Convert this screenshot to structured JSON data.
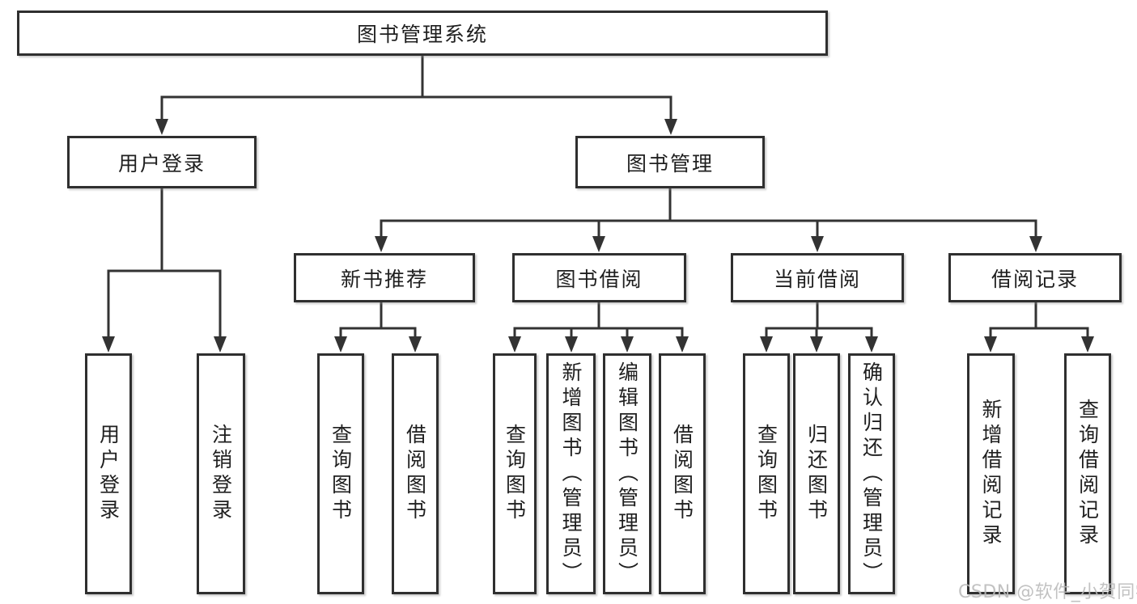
{
  "diagram": {
    "root": {
      "label": "图书管理系统"
    },
    "branches": {
      "user_login": {
        "label": "用户登录",
        "children": [
          {
            "label": "用户登录"
          },
          {
            "label": "注销登录"
          }
        ]
      },
      "book_management": {
        "label": "图书管理",
        "children": [
          {
            "label": "新书推荐",
            "children": [
              {
                "label": "查询图书"
              },
              {
                "label": "借阅图书"
              }
            ]
          },
          {
            "label": "图书借阅",
            "children": [
              {
                "label": "查询图书"
              },
              {
                "label": "新增图书（管理员）"
              },
              {
                "label": "编辑图书（管理员）"
              },
              {
                "label": "借阅图书"
              }
            ]
          },
          {
            "label": "当前借阅",
            "children": [
              {
                "label": "查询图书"
              },
              {
                "label": "归还图书"
              },
              {
                "label": "确认归还（管理员）"
              }
            ]
          },
          {
            "label": "借阅记录",
            "children": [
              {
                "label": "新增借阅记录"
              },
              {
                "label": "查询借阅记录"
              }
            ]
          }
        ]
      }
    }
  },
  "watermark": {
    "text": "CSDN @软件_小贺同学"
  },
  "colors": {
    "line": "#333333",
    "box_border": "#2f2f2f",
    "text": "#1f1f1f",
    "watermark": "#b9b9b9",
    "background": "#ffffff"
  }
}
